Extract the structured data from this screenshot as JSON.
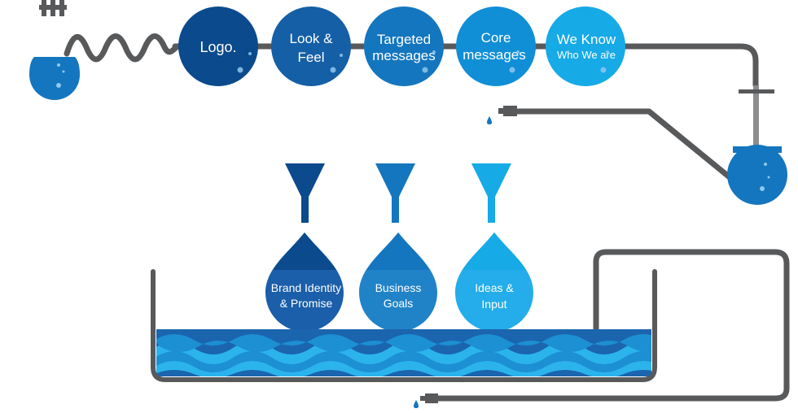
{
  "colors": {
    "pipe": "#58595b",
    "blue_1": "#0b4a8c",
    "blue_2": "#155fa6",
    "blue_3": "#1476be",
    "blue_4": "#118fd6",
    "blue_5": "#16aae6",
    "water_dark": "#1b65ae",
    "water_mid": "#1d8fd3",
    "water_light": "#2bb3ec"
  },
  "circles": [
    {
      "line1": "Logo.",
      "line2": ""
    },
    {
      "line1": "Look &",
      "line2": "Feel"
    },
    {
      "line1": "Targeted",
      "line2": "messages"
    },
    {
      "line1": "Core",
      "line2": "messages"
    },
    {
      "line1": "We Know",
      "line2": "Who We are"
    }
  ],
  "drops": [
    {
      "line1": "Brand Identity",
      "line2": "& Promise"
    },
    {
      "line1": "Business",
      "line2": "Goals"
    },
    {
      "line1": "Ideas &",
      "line2": "Input"
    }
  ]
}
